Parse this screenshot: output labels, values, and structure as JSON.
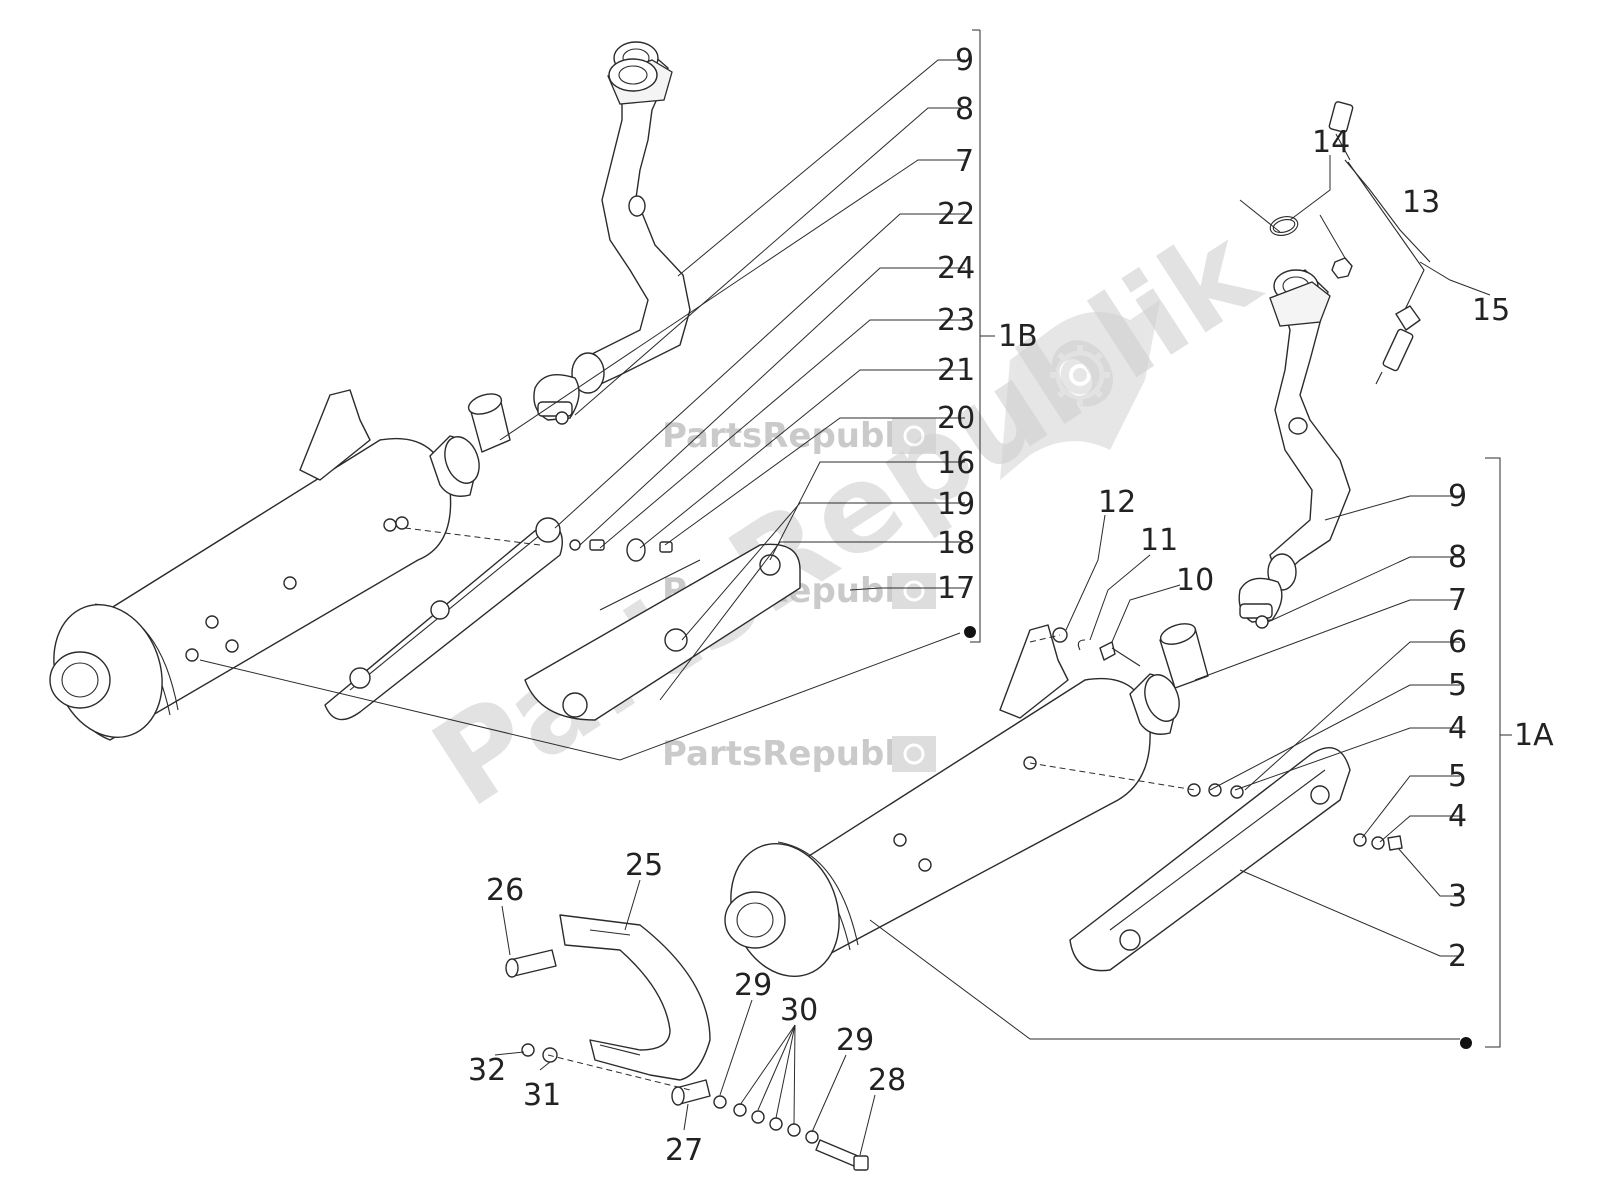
{
  "watermark": {
    "brand": "PartsRepublik",
    "brand_diagonal": "PartsRepublik",
    "color": "#c9c9c9",
    "icon": "gear-icon"
  },
  "callouts": {
    "left_bracket": [
      "9",
      "8",
      "7",
      "22",
      "24",
      "23",
      "21",
      "20",
      "16",
      "19",
      "18",
      "17"
    ],
    "left_group": "1B",
    "right_bracket": [
      "9",
      "8",
      "7",
      "6",
      "5",
      "4",
      "5",
      "4",
      "3",
      "2"
    ],
    "right_group": "1A",
    "loose": [
      "14",
      "13",
      "15",
      "12",
      "11",
      "10",
      "26",
      "25",
      "29",
      "30",
      "29",
      "28",
      "32",
      "31",
      "27"
    ]
  }
}
